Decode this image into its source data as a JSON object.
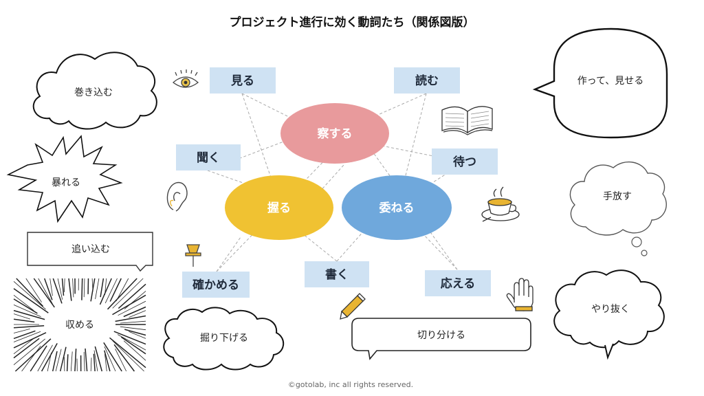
{
  "title": "プロジェクト進行に効く動詞たち（関係図版）",
  "core_verbs": [
    {
      "id": "satsu",
      "label": "察する",
      "color": "#e89a9c"
    },
    {
      "id": "nigiru",
      "label": "握る",
      "color": "#f0c232"
    },
    {
      "id": "yudaneru",
      "label": "委ねる",
      "color": "#6fa8dc"
    }
  ],
  "verb_boxes": {
    "miru": "見る",
    "yomu": "読む",
    "kiku": "聞く",
    "matsu": "待つ",
    "tashikameru": "確かめる",
    "kaku": "書く",
    "kotaeru": "応える"
  },
  "bubbles": {
    "makikomu": "巻き込む",
    "abareru": "暴れる",
    "oikomu": "追い込む",
    "osameru": "収める",
    "horisageru": "掘り下げる",
    "kiriwakeru": "切り分ける",
    "tsukutte_miseru": "作って、見せる",
    "tebanasu": "手放す",
    "yarinuku": "やり抜く"
  },
  "box_color": "#cfe2f3",
  "footer": "©gotolab, inc  all rights reserved."
}
